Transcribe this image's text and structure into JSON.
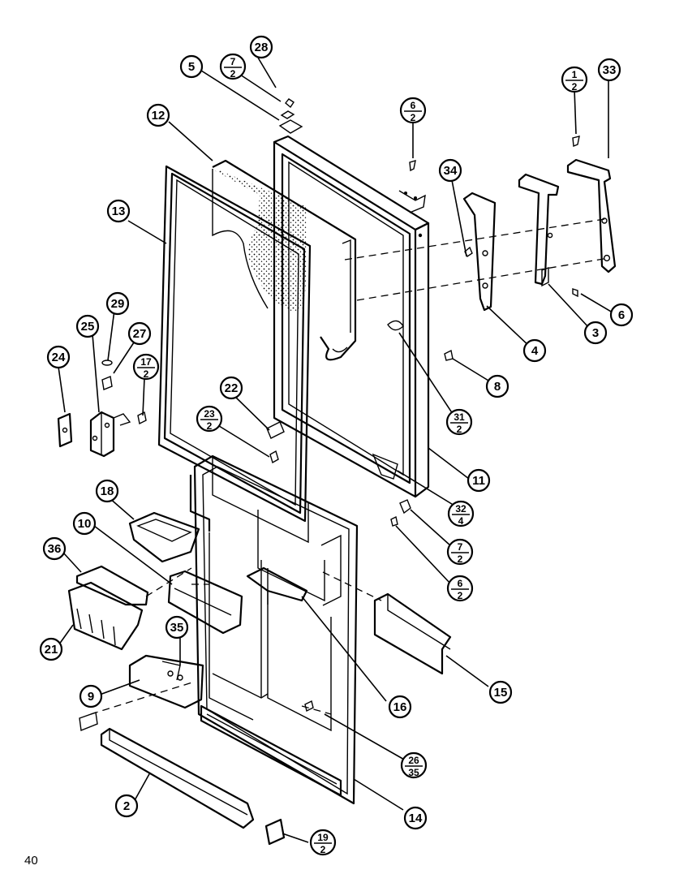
{
  "page_number": "40",
  "callouts": [
    {
      "label": "28"
    },
    {
      "label": "5"
    },
    {
      "num": "7",
      "den": "2"
    },
    {
      "num": "6",
      "den": "2"
    },
    {
      "label": "12"
    },
    {
      "num": "1",
      "den": "2"
    },
    {
      "label": "33"
    },
    {
      "label": "34"
    },
    {
      "label": "13"
    },
    {
      "label": "6"
    },
    {
      "label": "3"
    },
    {
      "label": "4"
    },
    {
      "label": "29"
    },
    {
      "label": "25"
    },
    {
      "label": "27"
    },
    {
      "num": "17",
      "den": "2"
    },
    {
      "label": "24"
    },
    {
      "label": "8"
    },
    {
      "label": "22"
    },
    {
      "num": "31",
      "den": "2"
    },
    {
      "num": "23",
      "den": "2"
    },
    {
      "label": "11"
    },
    {
      "label": "18"
    },
    {
      "num": "32",
      "den": "4"
    },
    {
      "label": "10"
    },
    {
      "num": "7",
      "den": "2"
    },
    {
      "label": "36"
    },
    {
      "num": "6",
      "den": "2"
    },
    {
      "label": "35"
    },
    {
      "label": "21"
    },
    {
      "label": "15"
    },
    {
      "label": "9"
    },
    {
      "label": "16"
    },
    {
      "num": "26",
      "den": "35"
    },
    {
      "label": "2"
    },
    {
      "label": "14"
    },
    {
      "num": "19",
      "den": "2"
    }
  ]
}
